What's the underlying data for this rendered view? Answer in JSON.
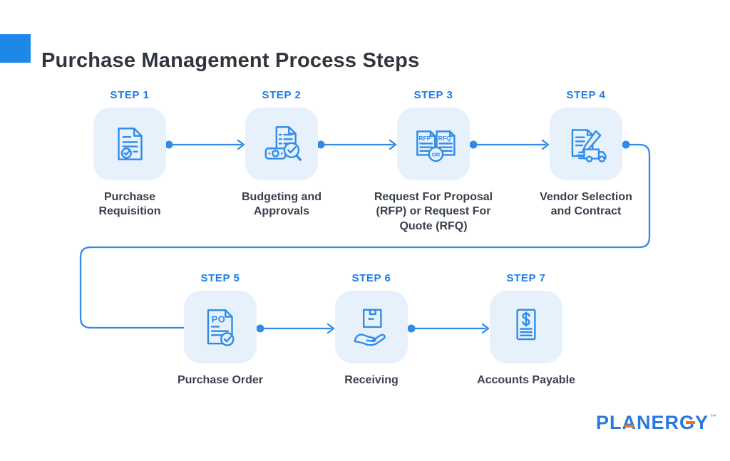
{
  "title": "Purchase Management Process Steps",
  "steps": [
    {
      "badge": "STEP 1",
      "label": "Purchase Requisition"
    },
    {
      "badge": "STEP 2",
      "label": "Budgeting and Approvals"
    },
    {
      "badge": "STEP 3",
      "label": "Request For Proposal (RFP) or Request For Quote (RFQ)"
    },
    {
      "badge": "STEP 4",
      "label": "Vendor Selection and Contract"
    },
    {
      "badge": "STEP 5",
      "label": "Purchase Order"
    },
    {
      "badge": "STEP 6",
      "label": "Receiving"
    },
    {
      "badge": "STEP 7",
      "label": "Accounts Payable"
    }
  ],
  "icon_texts": {
    "rfp": "RFP",
    "rfq": "RFQ",
    "or": "OR",
    "po": "PO"
  },
  "icons": [
    "document-check-icon",
    "budget-magnifier-icon",
    "rfp-rfq-documents-icon",
    "contract-pen-truck-icon",
    "purchase-order-check-icon",
    "hand-receiving-box-icon",
    "invoice-dollar-icon"
  ],
  "logo": {
    "text": "PLANERGY",
    "trademark": "™"
  },
  "colors": {
    "accent_blue": "#1e88e8",
    "line_blue": "#2f8be8",
    "box_fill": "#e6f1fc",
    "heading_text": "#31363e",
    "label_text": "#3a414c",
    "logo_blue": "#2979dd",
    "logo_orange": "#f4731f",
    "background": "#ffffff"
  }
}
